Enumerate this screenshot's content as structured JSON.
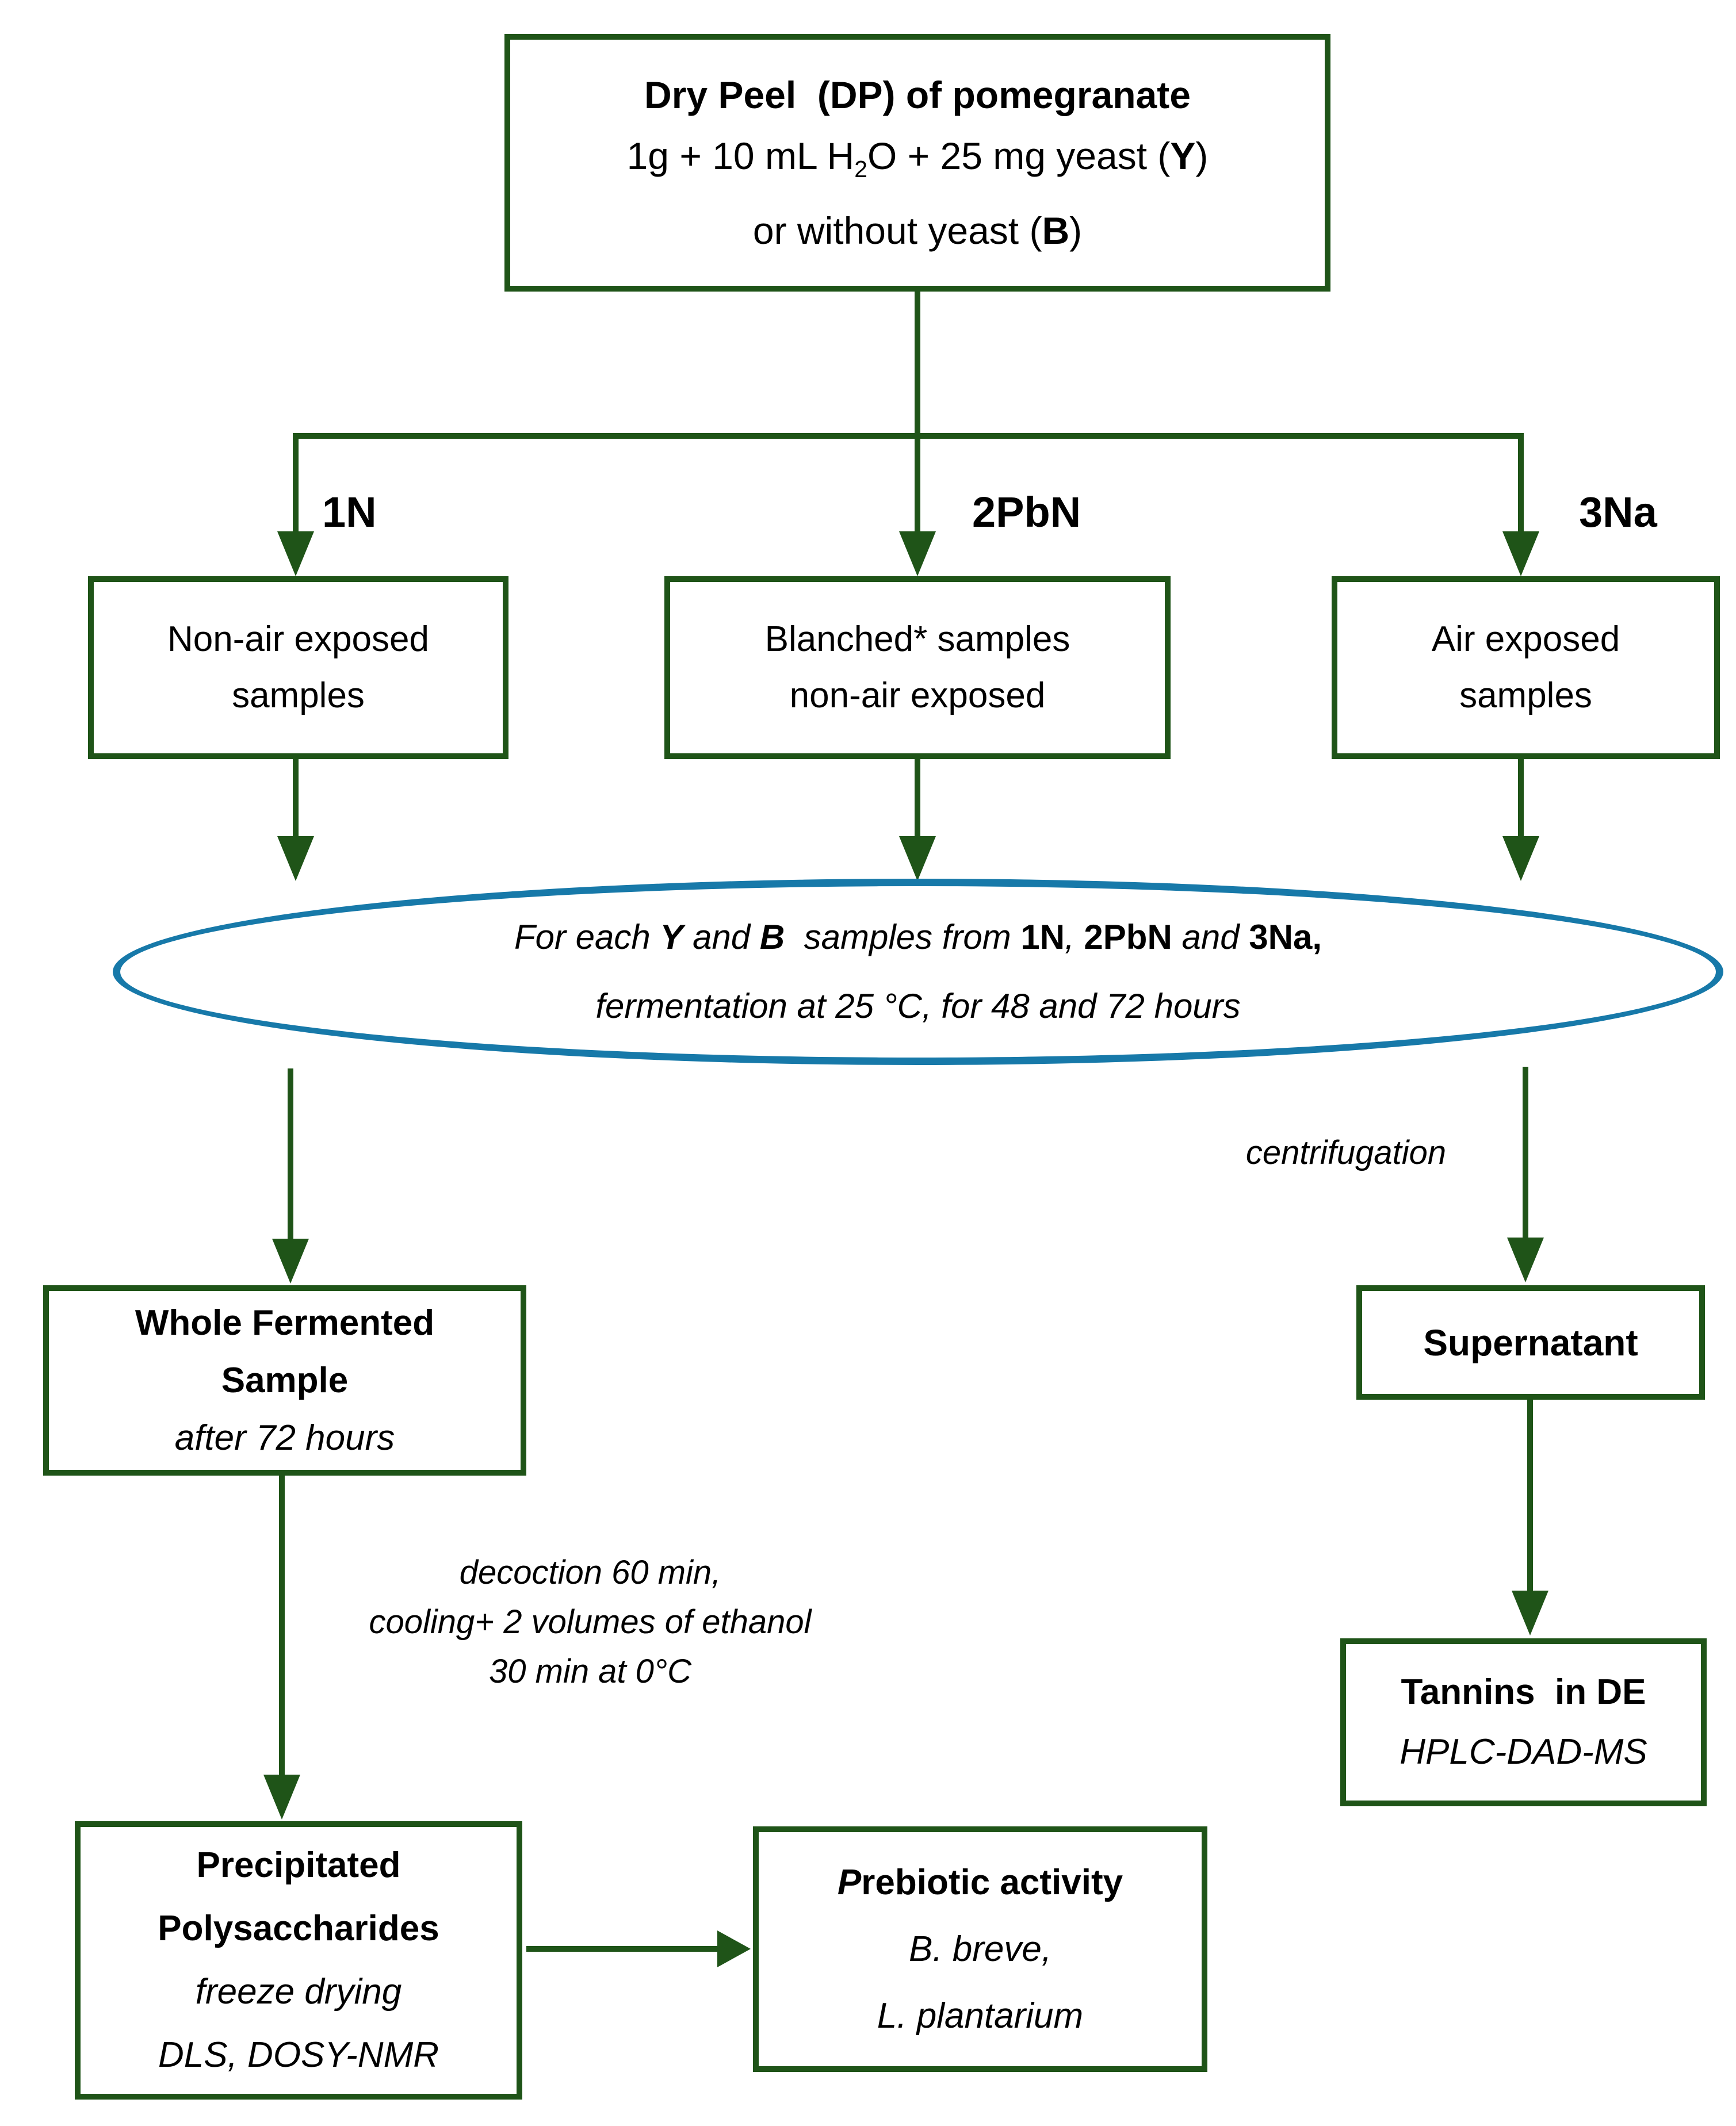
{
  "colors": {
    "line_green": "#1f5418",
    "ellipse_blue": "#1779a9",
    "text": "#000000",
    "background": "#ffffff"
  },
  "nodes": {
    "dry_peel": {
      "l1": "Dry Peel  (DP) of pomegranate",
      "l2_a": "1g + 10 mL H",
      "l2_sub": "2",
      "l2_b": "O + 25 mg yeast (",
      "l2_bold": "Y",
      "l2_c": ")",
      "l3_a": "or without yeast (",
      "l3_bold": "B",
      "l3_c": ")"
    },
    "branch_labels": {
      "left": "1N",
      "center": "2PbN",
      "right": "3Na"
    },
    "non_air": {
      "l1": "Non-air exposed",
      "l2": "samples"
    },
    "blanched": {
      "l1": "Blanched* samples",
      "l2": "non-air exposed"
    },
    "air_exposed": {
      "l1": "Air exposed",
      "l2": "samples"
    },
    "fermentation_ellipse": {
      "l1_a": "For each ",
      "l1_b": "Y",
      "l1_c": " and ",
      "l1_d": "B",
      "l1_e": "  samples from ",
      "l1_f": "1N",
      "l1_g": ", ",
      "l1_h": "2PbN",
      "l1_i": " and ",
      "l1_j": "3Na,",
      "l2": "fermentation at 25 °C, for 48 and 72 hours"
    },
    "whole_fermented": {
      "l1": "Whole Fermented",
      "l2": "Sample",
      "l3": "after 72 hours"
    },
    "supernatant": {
      "l1": "Supernatant"
    },
    "tannins": {
      "l1": "Tannins  in DE",
      "l2": "HPLC-DAD-MS"
    },
    "precipitated": {
      "l1": "Precipitated",
      "l2": "Polysaccharides",
      "l3": "freeze drying",
      "l4": "DLS, DOSY-NMR"
    },
    "prebiotic": {
      "l1_a": "P",
      "l1_b": "rebiotic activity",
      "l2": "B. breve,",
      "l3": "L. plantarium"
    }
  },
  "edge_labels": {
    "centrifugation": "centrifugation",
    "decoction_l1": "decoction 60 min,",
    "decoction_l2": "cooling+ 2 volumes of ethanol",
    "decoction_l3": "30 min at 0°C"
  }
}
